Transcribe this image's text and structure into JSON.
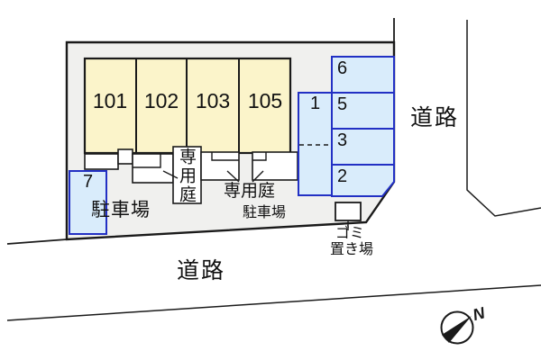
{
  "title": "apartment site plan",
  "building": {
    "units": [
      {
        "label": "101"
      },
      {
        "label": "102"
      },
      {
        "label": "103"
      },
      {
        "label": "105"
      }
    ]
  },
  "parking": {
    "spaces": [
      {
        "number": "7"
      },
      {
        "number": "1"
      },
      {
        "number": "6"
      },
      {
        "number": "5"
      },
      {
        "number": "3"
      },
      {
        "number": "2"
      }
    ],
    "label_left": "駐車場",
    "label_right": "駐車場"
  },
  "garden": {
    "vertical_label": "専用庭",
    "horizontal_label": "専用庭"
  },
  "garbage": {
    "line1": "ゴミ",
    "line2": "置き場"
  },
  "roads": {
    "bottom": "道路",
    "right": "道路"
  },
  "compass": {
    "north": "N"
  },
  "colors": {
    "site_fill": "#f0f0ee",
    "outline": "#1a1a1a",
    "unit_fill": "#fbf4ca",
    "parking_fill": "#d9ecfb",
    "parking_stroke": "#2230c4",
    "white": "#ffffff"
  }
}
